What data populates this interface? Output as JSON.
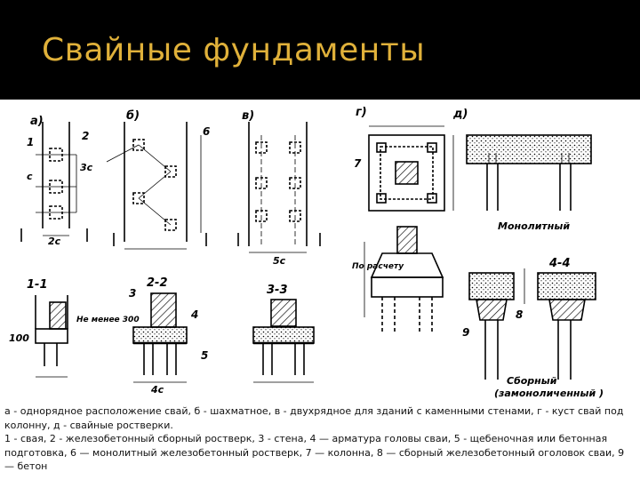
{
  "title": "Свайные фундаменты",
  "figure": {
    "panel_labels": [
      "а)",
      "б)",
      "в)",
      "г)",
      "д)"
    ],
    "section_labels": [
      "1-1",
      "2-2",
      "3-3",
      "4-4"
    ],
    "dimension_labels": [
      "c",
      "2c",
      "3c",
      "4c",
      "5c",
      "100",
      "Не менее 300",
      "По расчету"
    ],
    "numbers": [
      "1",
      "2",
      "3",
      "4",
      "5",
      "6",
      "7",
      "8",
      "9"
    ],
    "monolithic_label": "Монолитный",
    "prefab_label_1": "Сборный",
    "prefab_label_2": "(замоноличенный )"
  },
  "caption": {
    "line1": "а - однорядное расположение свай, б - шахматное, в - двухрядное для зданий с каменными стенами, г - куст свай под колонну, д - свайные ростверки.",
    "line2": "1 - свая, 2 - железобетонный сборный ростверк, 3 - стена, 4 — арматура головы сваи, 5 - щебеночная или бетонная подготовка, 6 — монолитный железобетонный ростверк, 7 — колонна, 8 — сборный железобетонный оголовок сваи, 9 — бетон"
  }
}
